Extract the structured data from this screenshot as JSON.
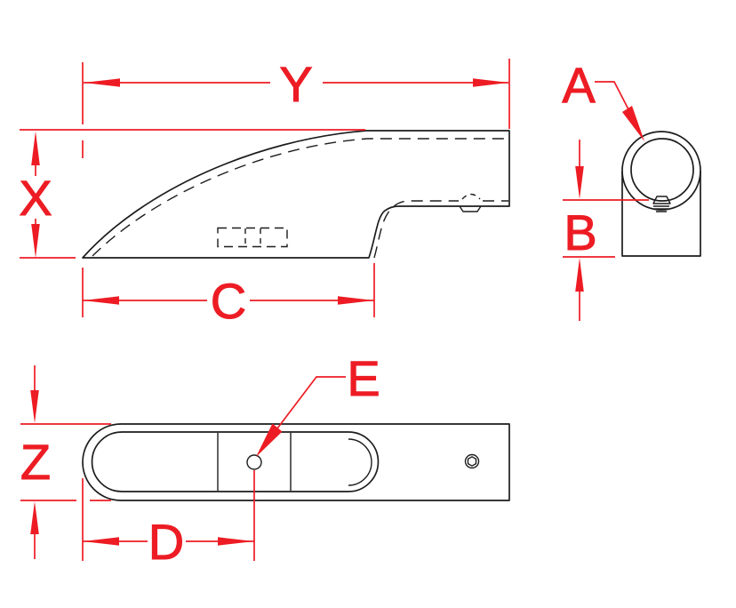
{
  "drawing": {
    "labels": {
      "y": "Y",
      "x": "X",
      "c": "C",
      "a": "A",
      "b": "B",
      "z": "Z",
      "d": "D",
      "e": "E"
    },
    "colors": {
      "dimension": "#ed1c24",
      "outline": "#1d1d1d",
      "background": "#ffffff"
    }
  }
}
